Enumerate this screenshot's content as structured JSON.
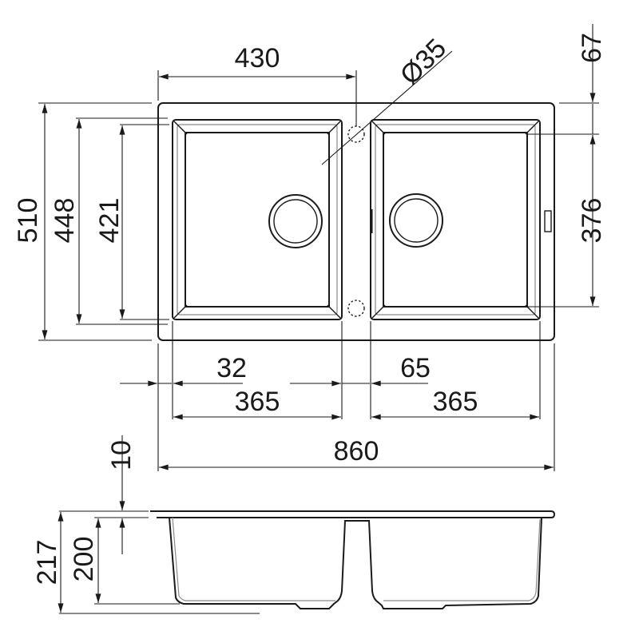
{
  "drawing": {
    "subject": "Double bowl undermount sink technical drawing",
    "plan_view": {
      "dimensions": {
        "overall_width": "860",
        "overall_depth": "510",
        "bowl_outer_depth": "448",
        "bowl_inner_depth_left": "421",
        "bowl_inner_depth_right": "376",
        "left_bowl_span_to_hole": "430",
        "tap_hole_diameter": "Ø35",
        "right_top_offset": "67",
        "left_bowl_width": "365",
        "right_bowl_width": "365",
        "left_margin": "32",
        "center_divider": "65"
      }
    },
    "section_view": {
      "dimensions": {
        "rim_thickness": "10",
        "total_height": "217",
        "bowl_depth": "200"
      }
    },
    "colors": {
      "line": "#1a1a1a",
      "background": "#ffffff"
    }
  }
}
